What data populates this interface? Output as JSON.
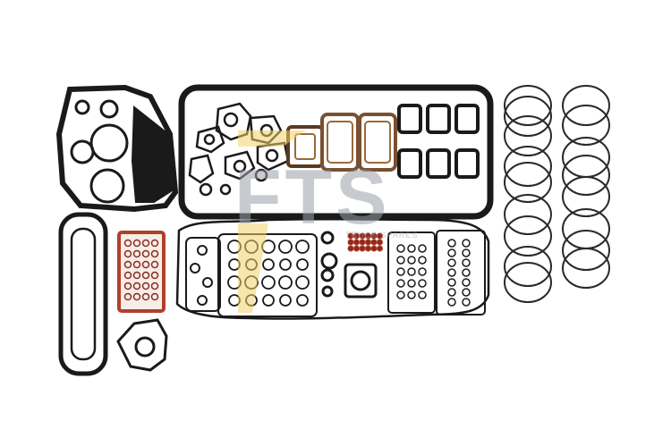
{
  "image": {
    "subject": "engine gasket set",
    "background_color": "#ffffff",
    "colors": {
      "gasket_black": "#1a1a1a",
      "copper_brown": "#9a6a3a",
      "red_seal": "#b0402a",
      "seal_ring_red": "#8a2a20",
      "ring_silver": "#2a2a2a"
    }
  },
  "watermark": {
    "logo_text": "FTS",
    "tagline": "TRUCK SPARES",
    "color": "#9aa0a8",
    "accent_color": "#f2d36b"
  }
}
